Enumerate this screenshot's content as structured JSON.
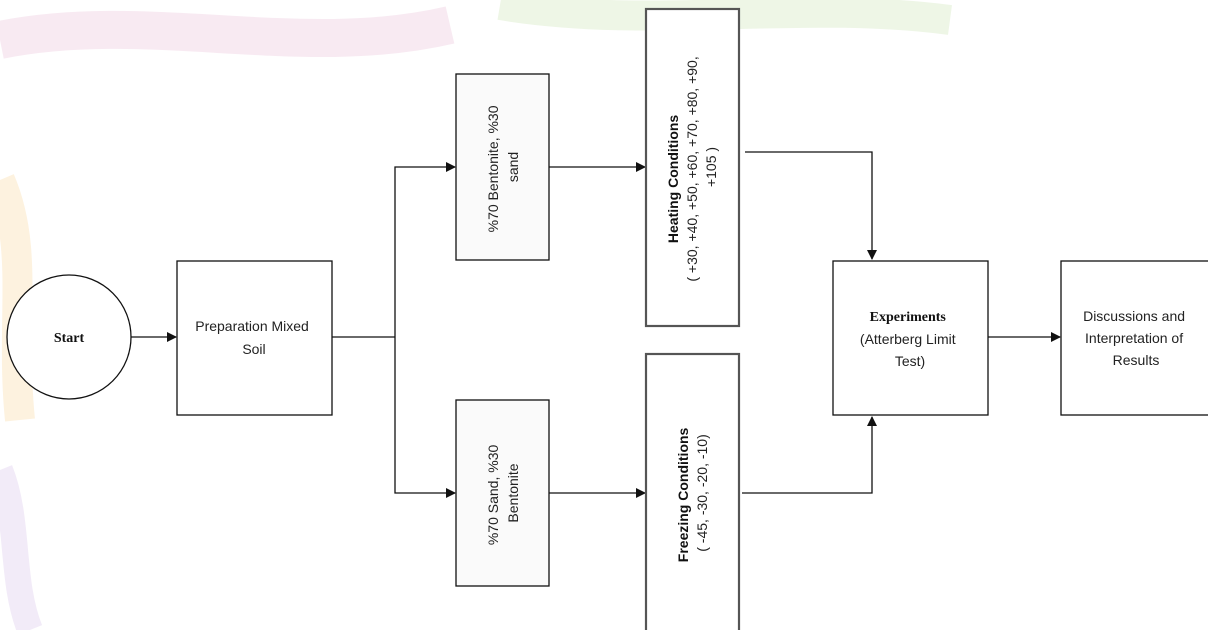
{
  "start": {
    "label": "Start"
  },
  "preparation": {
    "label_line1": "Preparation Mixed",
    "label_line2": "Soil"
  },
  "mix_a": {
    "label_line1": "%70 Bentonite, %30",
    "label_line2": "sand"
  },
  "mix_b": {
    "label_line1": "%70 Sand, %30",
    "label_line2": "Bentonite"
  },
  "heating": {
    "title": "Heating  Conditions",
    "values_line1": "( +30, +40, +50, +60, +70, +80, +90,",
    "values_line2": "+105 )"
  },
  "freezing": {
    "title": "Freezing  Conditions",
    "values": "( -45, -30, -20, -10)"
  },
  "experiments": {
    "title": "Experiments",
    "subtitle_line1": "(Atterberg Limit",
    "subtitle_line2": "Test)"
  },
  "results": {
    "line1": "Discussions and",
    "line2": "Interpretation of",
    "line3": "Results"
  },
  "colors": {
    "stroke": "#111111",
    "box_fill": "#ffffff",
    "rotated_box_fill": "#fafafa",
    "heating_border": "#555555"
  }
}
